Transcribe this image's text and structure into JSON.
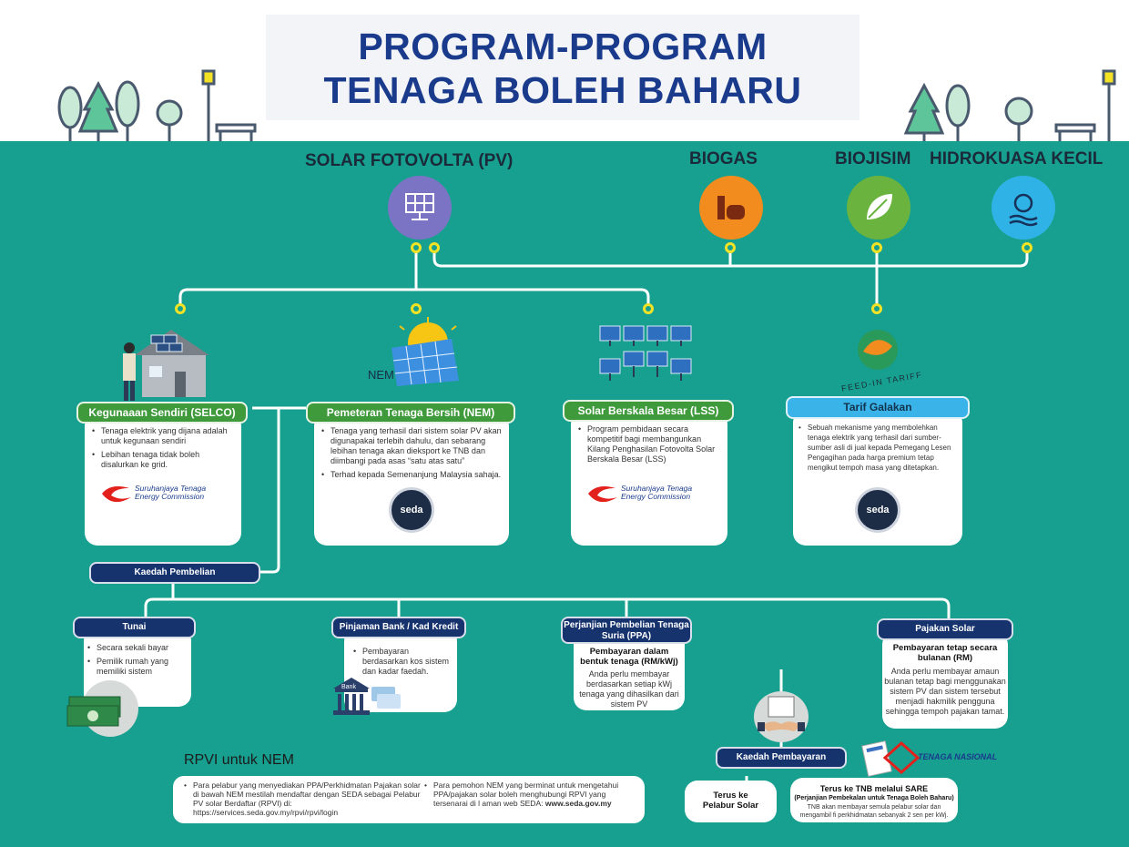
{
  "title": {
    "line1": "PROGRAM-PROGRAM",
    "line2": "TENAGA BOLEH BAHARU"
  },
  "categories": [
    {
      "label": "SOLAR FOTOVOLTA (PV)",
      "icon": "solar-panel-icon",
      "color": "#7b74c4"
    },
    {
      "label": "BIOGAS",
      "icon": "biogas-plant-icon",
      "color": "#f28c1e"
    },
    {
      "label": "BIOJISIM",
      "icon": "leaf-icon",
      "color": "#6ab33f"
    },
    {
      "label": "HIDROKUASA KECIL",
      "icon": "hydro-turbine-icon",
      "color": "#2fb3e6"
    }
  ],
  "programs": {
    "selco": {
      "label": "Kegunaaan Sendiri (SELCO)",
      "bullets": [
        "Tenaga elektrik yang dijana adalah untuk kegunaan sendiri",
        "Lebihan tenaga tidak boleh disalurkan ke grid."
      ],
      "logo": [
        "Suruhanjaya Tenaga",
        "Energy Commission"
      ]
    },
    "nem": {
      "label": "Pemeteran Tenaga Bersih (NEM)",
      "bullets": [
        "Tenaga yang terhasil dari sistem solar PV akan digunapakai terlebih dahulu, dan sebarang lebihan tenaga akan dieksport ke TNB dan diimbangi pada asas “satu atas satu”",
        "Terhad kepada Semenanjung Malaysia sahaja."
      ],
      "logo": "seda",
      "illustration_text": "NEM"
    },
    "lss": {
      "label": "Solar Berskala Besar (LSS)",
      "bullets": [
        "Program pembidaan secara kompetitif bagi membangunkan Kilang Penghasilan Fotovolta Solar Berskala Besar (LSS)"
      ],
      "logo": [
        "Suruhanjaya Tenaga",
        "Energy Commission"
      ]
    },
    "fit": {
      "label": "Tarif Galakan",
      "bullets": [
        "Sebuah mekanisme yang membolehkan tenaga elektrik yang terhasil dari sumber-sumber asli di jual kepada Pemegang Lesen Pengagihan pada harga premium tetap mengikut tempoh masa yang ditetapkan."
      ],
      "logo": "seda",
      "illustration_text": "FEED-IN TARIFF"
    }
  },
  "purchase": {
    "label": "Kaedah Pembelian",
    "tunai": {
      "label": "Tunai",
      "bullets": [
        "Secara sekali bayar",
        "Pemilik rumah yang memiliki sistem"
      ]
    },
    "pinjaman": {
      "label": "Pinjaman Bank / Kad Kredit",
      "bullets": [
        "Pembayaran berdasarkan kos sistem dan kadar faedah."
      ],
      "icon_text": "Bank"
    },
    "ppa": {
      "label": "Perjanjian Pembelian Tenaga Suria (PPA)",
      "heading": "Pembayaran dalam bentuk tenaga (RM/kWj)",
      "text": "Anda perlu membayar berdasarkan setiap kWj tenaga yang dihasilkan dari sistem PV"
    },
    "pajakan": {
      "label": "Pajakan Solar",
      "heading": "Pembayaran tetap secara bulanan (RM)",
      "text": "Anda perlu membayar amaun bulanan tetap bagi menggunakan sistem PV dan sistem tersebut menjadi hakmilik pengguna sehingga tempoh pajakan tamat."
    }
  },
  "payment": {
    "label": "Kaedah Pembayaran",
    "direct": "Terus ke Pelabur Solar",
    "sare_title": "Terus ke TNB melalui SARE",
    "sare_sub": "(Perjanjian Pembekalan untuk Tenaga Boleh Baharu)",
    "sare_text": "TNB akan membayar semula pelabur solar dan mengambil fi perkhidmatan sebanyak 2 sen per kWj.",
    "tnb_logo": "TENAGA NASIONAL"
  },
  "rpvi": {
    "title": "RPVI untuk NEM",
    "col1": "Para pelabur yang menyediakan PPA/Perkhidmatan Pajakan solar di bawah NEM mestilah mendaftar dengan SEDA sebagai Pelabur PV solar Berdaftar (RPVI) di: https://services.seda.gov.my/rpvi/rpvi/login",
    "col2_prefix": "Para pemohon NEM yang berminat untuk mengetahui PPA/pajakan solar boleh menghubungi RPVI yang tersenarai di l aman web SEDA:",
    "col2_link": "www.seda.gov.my"
  },
  "colors": {
    "teal": "#17a08f",
    "navy": "#16336e",
    "green_pill": "#3f9a3c",
    "blue_pill": "#3ab4e8",
    "dot": "#f4e225",
    "title": "#1a3a8c"
  }
}
